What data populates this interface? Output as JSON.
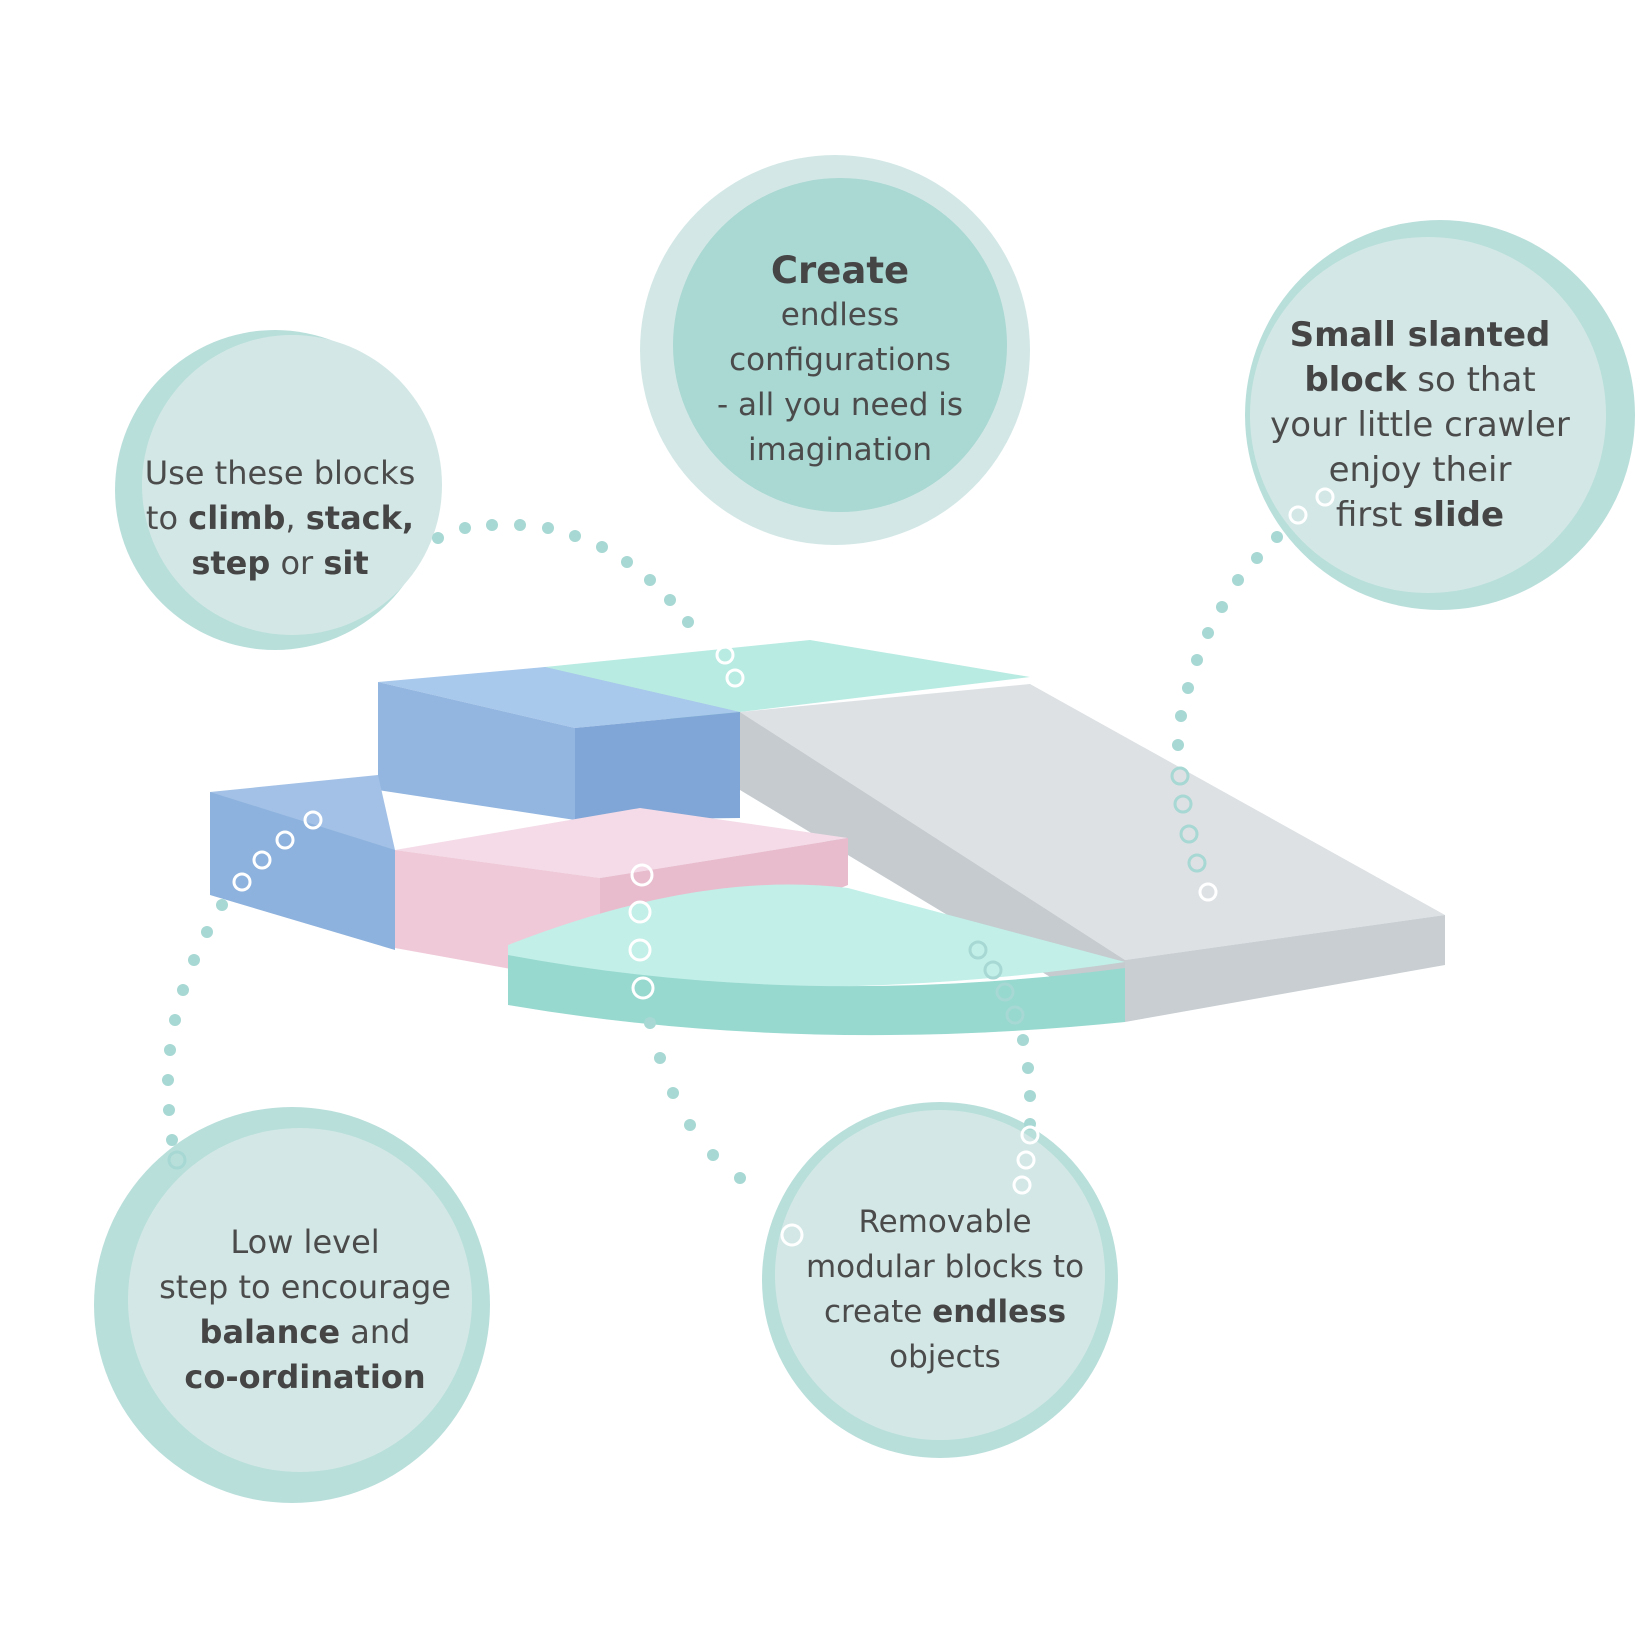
{
  "colors": {
    "bubble_outer": "#b9dfdb",
    "bubble_inner": "#d3e8e6",
    "bubble_center_fill": "#aad8d3",
    "dots": "#a7d8d3",
    "text": "#4b4b4b",
    "block_blue": "#8eb4df",
    "block_mint": "#a9e3da",
    "block_pink": "#f0cfdf",
    "block_gray": "#cfd5d8"
  },
  "callouts": {
    "climb": {
      "l1": "Use these blocks",
      "l2_a": "to ",
      "l2_b1": "climb",
      "l2_c": ", ",
      "l2_b2": "stack,",
      "l3_b1": "step",
      "l3_c": " or ",
      "l3_b2": "sit"
    },
    "create": {
      "l1": "Create",
      "l2": "endless",
      "l3": "configurations",
      "l4": "- all you need is",
      "l5": "imagination"
    },
    "slide": {
      "l1": "Small slanted",
      "l2_b": "block",
      "l2_t": " so that",
      "l3": "your little crawler",
      "l4": "enjoy their",
      "l5_t": "first ",
      "l5_b": "slide"
    },
    "low": {
      "l1": "Low level",
      "l2": "step to encourage",
      "l3_b": "balance",
      "l3_t": " and",
      "l4": "co-ordination"
    },
    "remove": {
      "l1": "Removable",
      "l2": "modular blocks to",
      "l3_t": "create ",
      "l3_b": "endless",
      "l4": "objects"
    }
  }
}
